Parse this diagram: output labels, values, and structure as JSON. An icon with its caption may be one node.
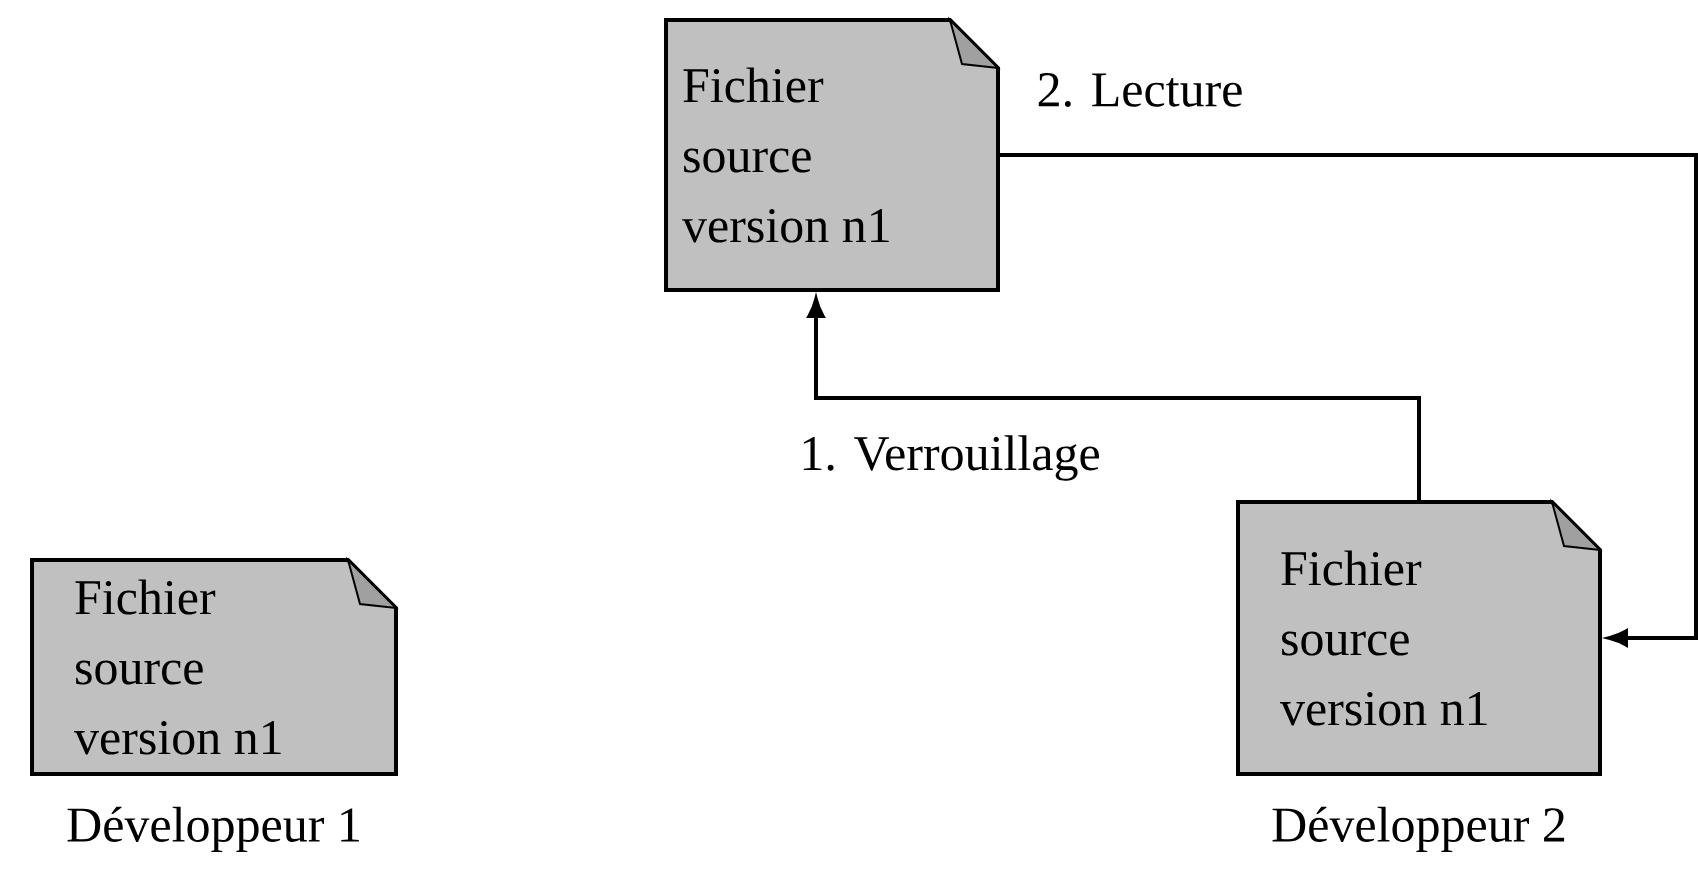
{
  "diagram": {
    "nodes": [
      {
        "text": [
          "Fichier source version n1"
        ]
      },
      {
        "text": [
          "Fichier source version n1"
        ],
        "beside": [
          "Développeur 1"
        ]
      },
      {
        "text": [
          "Fichier source version n1"
        ],
        "beside": [
          "Développeur 2"
        ]
      }
    ],
    "edges": [
      {
        "from": 2,
        "to": 0,
        "arrow": "to",
        "label": "1. Verrouillage"
      },
      {
        "from": 0,
        "to": 2,
        "arrow": "to",
        "label": "2. Lecture"
      }
    ]
  }
}
